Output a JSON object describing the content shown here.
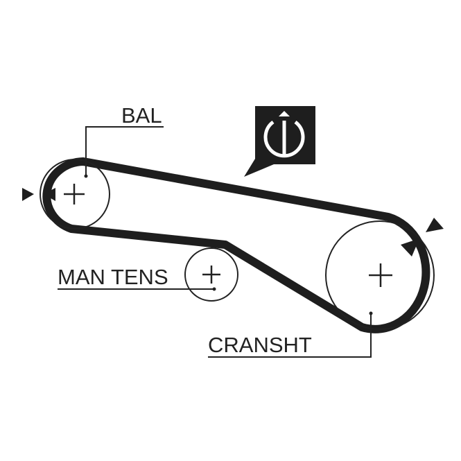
{
  "diagram": {
    "labels": {
      "balance": "BAL",
      "tensioner": "MAN TENS",
      "crankshaft": "CRANSHT"
    },
    "colors": {
      "belt": "#1e1e1e",
      "ink": "#222222",
      "background": "#ffffff"
    },
    "icons": [
      "timing-mark-arrow",
      "belt-direction-callout-icon"
    ]
  }
}
